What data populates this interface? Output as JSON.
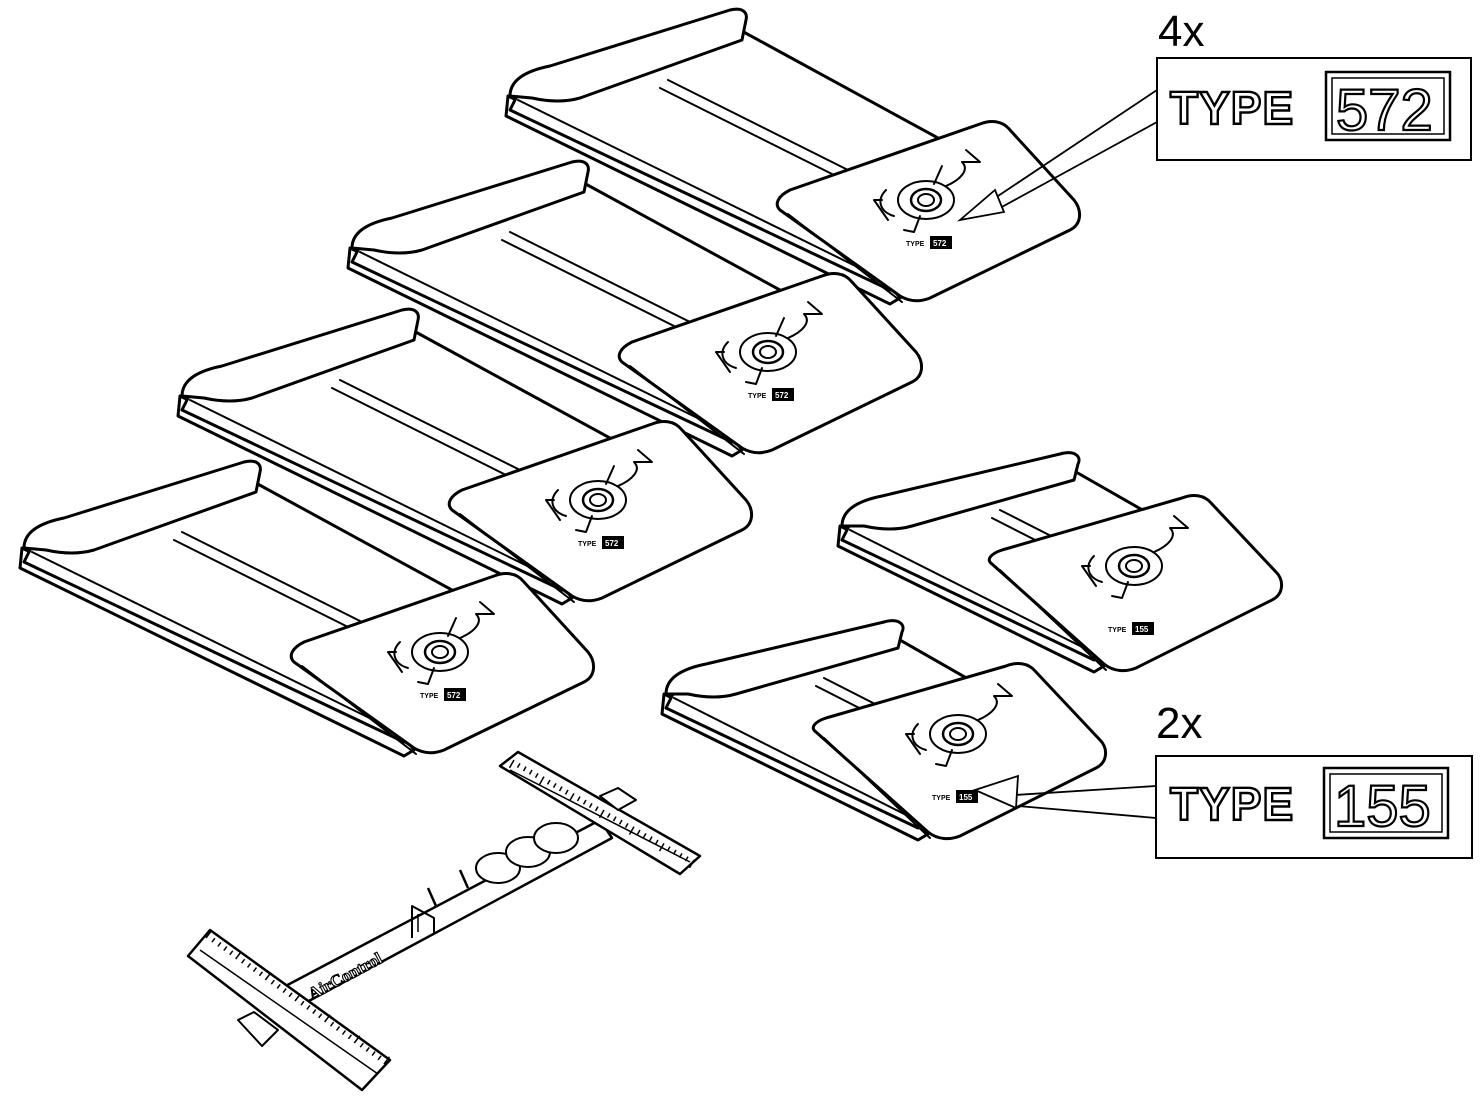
{
  "callouts": [
    {
      "quantity": "4x",
      "type_word": "TYPE",
      "type_number": "572"
    },
    {
      "quantity": "2x",
      "type_word": "TYPE",
      "type_number": "155"
    }
  ],
  "tool": {
    "brand": "AirControl"
  },
  "bags": {
    "type_word": "TYPE",
    "long_bags_number": "572",
    "short_bags_number": "155"
  }
}
